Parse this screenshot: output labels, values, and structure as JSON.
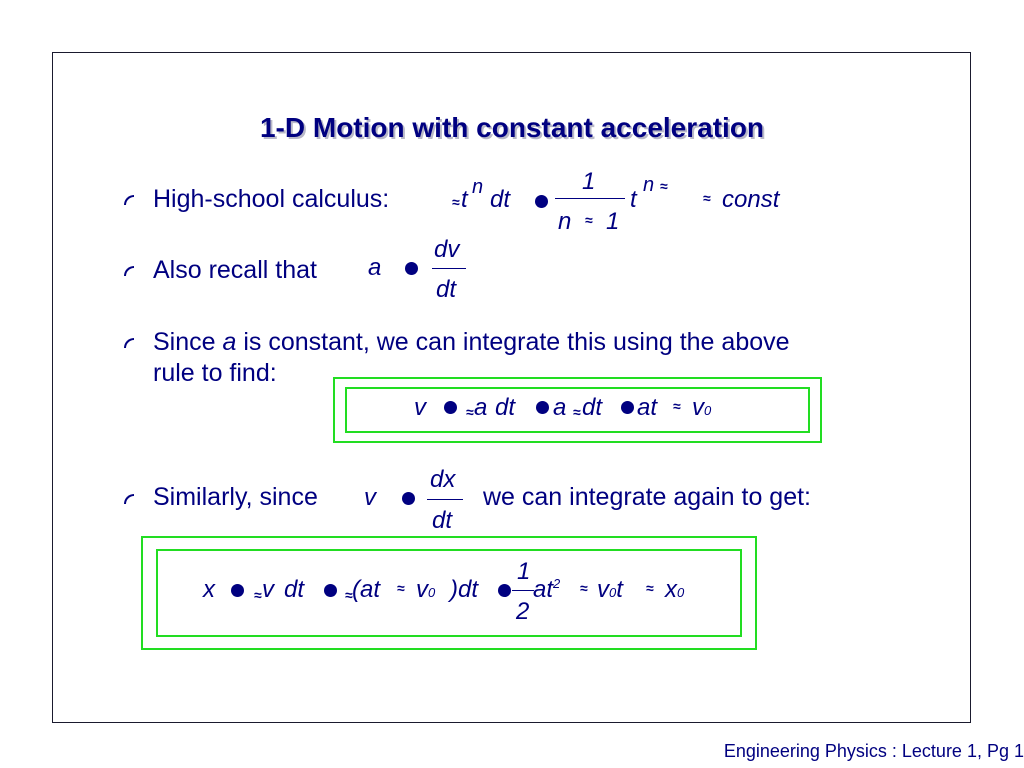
{
  "title": "1-D Motion with constant acceleration",
  "bullets": {
    "b1": "High-school calculus:",
    "b2": "Also recall that",
    "b3_pre": "Since",
    "b3_a": "a",
    "b3_post": "is constant, we can integrate this using the above",
    "b3_line2": "rule to find:",
    "b4_pre": "Similarly, since",
    "b4_post": "we can integrate again to get:"
  },
  "eq1": {
    "integrand": "t",
    "power": "n",
    "dt": "dt",
    "num": "1",
    "den_n": "n",
    "den_1": "1",
    "rhs_t": "t",
    "rhs_pow": "n",
    "const": "const",
    "glyph": "≈"
  },
  "eq2": {
    "lhs": "a",
    "num": "dv",
    "den": "dt"
  },
  "eq3": {
    "v": "v",
    "a1": "a",
    "dt1": "dt",
    "a2": "a",
    "dt2": "dt",
    "at": "at",
    "v0": "v",
    "v0_sub": "0"
  },
  "eq4": {
    "lhs": "v",
    "num": "dx",
    "den": "dt"
  },
  "eq5": {
    "x": "x",
    "v": "v",
    "dt1": "dt",
    "open": "(at",
    "v0": "v",
    "v0_sub": "0",
    "close": ")dt",
    "half_num": "1",
    "half_den": "2",
    "at2": "at",
    "at2_sup": "2",
    "v0t": "v",
    "v0t_sub": "0",
    "t": "t",
    "x0": "x",
    "x0_sub": "0"
  },
  "footer": "Engineering Physics : Lecture 1, Pg 1",
  "colors": {
    "text": "#000080",
    "box": "#22dd22",
    "frame": "#1a1a2e"
  }
}
